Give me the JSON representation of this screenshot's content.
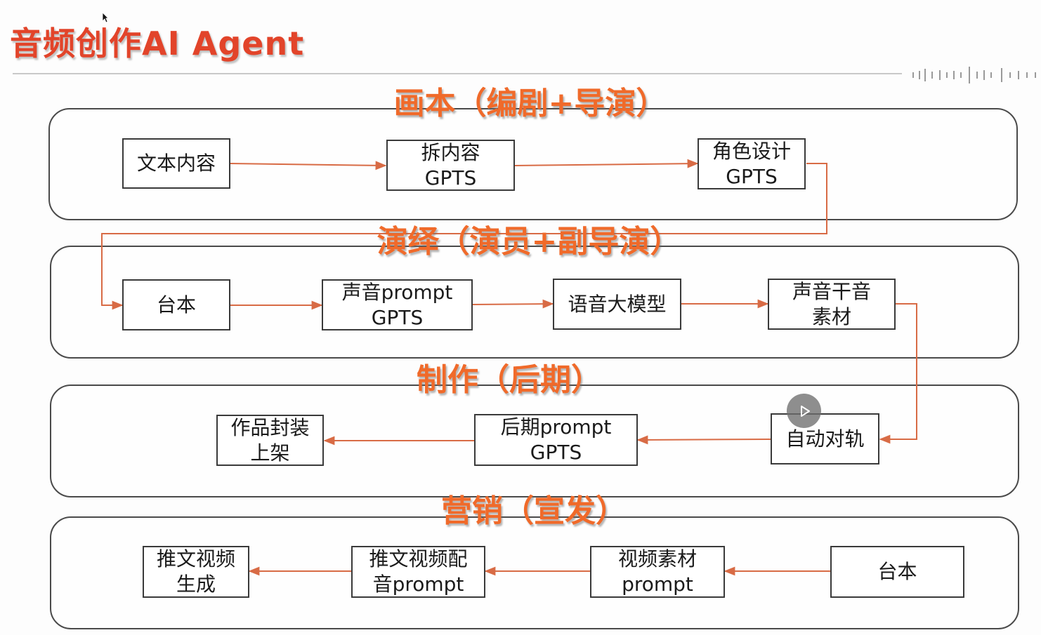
{
  "title": "音频创作AI Agent",
  "colors": {
    "title": "#e2442a",
    "section_title": "#f06a2a",
    "connector": "#d86b45",
    "box_border": "#3a3a3a",
    "panel_border": "#4a4a4a"
  },
  "sections": [
    {
      "title": "画本（编剧+导演）",
      "nodes": [
        {
          "lines": [
            "文本内容"
          ]
        },
        {
          "lines": [
            "拆内容",
            "GPTS"
          ]
        },
        {
          "lines": [
            "角色设计",
            "GPTS"
          ]
        }
      ]
    },
    {
      "title": "演绎（演员+副导演）",
      "nodes": [
        {
          "lines": [
            "台本"
          ]
        },
        {
          "lines": [
            "声音prompt",
            "GPTS"
          ]
        },
        {
          "lines": [
            "语音大模型"
          ]
        },
        {
          "lines": [
            "声音干音",
            "素材"
          ]
        }
      ]
    },
    {
      "title": "制作（后期）",
      "nodes": [
        {
          "lines": [
            "作品封装",
            "上架"
          ]
        },
        {
          "lines": [
            "后期prompt",
            "GPTS"
          ]
        },
        {
          "lines": [
            "自动对轨"
          ]
        }
      ]
    },
    {
      "title": "营销（宣发）",
      "nodes": [
        {
          "lines": [
            "推文视频",
            "生成"
          ]
        },
        {
          "lines": [
            "推文视频配",
            "音prompt"
          ]
        },
        {
          "lines": [
            "视频素材",
            "prompt"
          ]
        },
        {
          "lines": [
            "台本"
          ]
        }
      ]
    }
  ],
  "icons": {
    "play": "play-icon",
    "cursor": "cursor-icon",
    "ticks": "audio-ticks-decoration"
  }
}
